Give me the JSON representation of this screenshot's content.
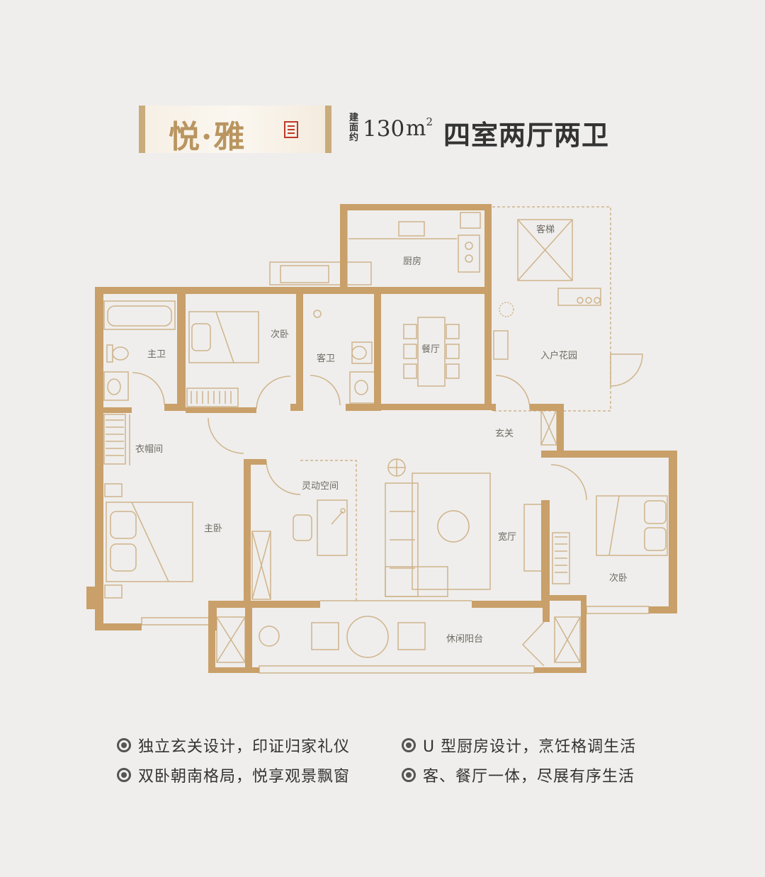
{
  "header": {
    "name": "悦·雅",
    "area_prefix": "建面约",
    "area_value": "130",
    "area_unit": "m",
    "area_unit_sup": "2",
    "layout": "四室两厅两卫"
  },
  "rooms": {
    "kitchen": "厨房",
    "elevator": "客梯",
    "second_bedroom_north": "次卧",
    "master_bath": "主卫",
    "guest_bath": "客卫",
    "dining": "餐厅",
    "entry_garden": "入户花园",
    "walk_in_closet": "衣帽间",
    "foyer": "玄关",
    "flex_space": "灵动空间",
    "master_bedroom": "主卧",
    "living_room": "宽厅",
    "second_bedroom_south": "次卧",
    "balcony": "休闲阳台"
  },
  "features": [
    "独立玄关设计，印证归家礼仪",
    "U 型厨房设计，烹饪格调生活",
    "双卧朝南格局，悦享观景飘窗",
    "客、餐厅一体，尽展有序生活"
  ],
  "colors": {
    "background": "#efeeec",
    "wall": "#c9a06a",
    "furniture": "#cfb48c",
    "accent_seal": "#c0392b"
  }
}
